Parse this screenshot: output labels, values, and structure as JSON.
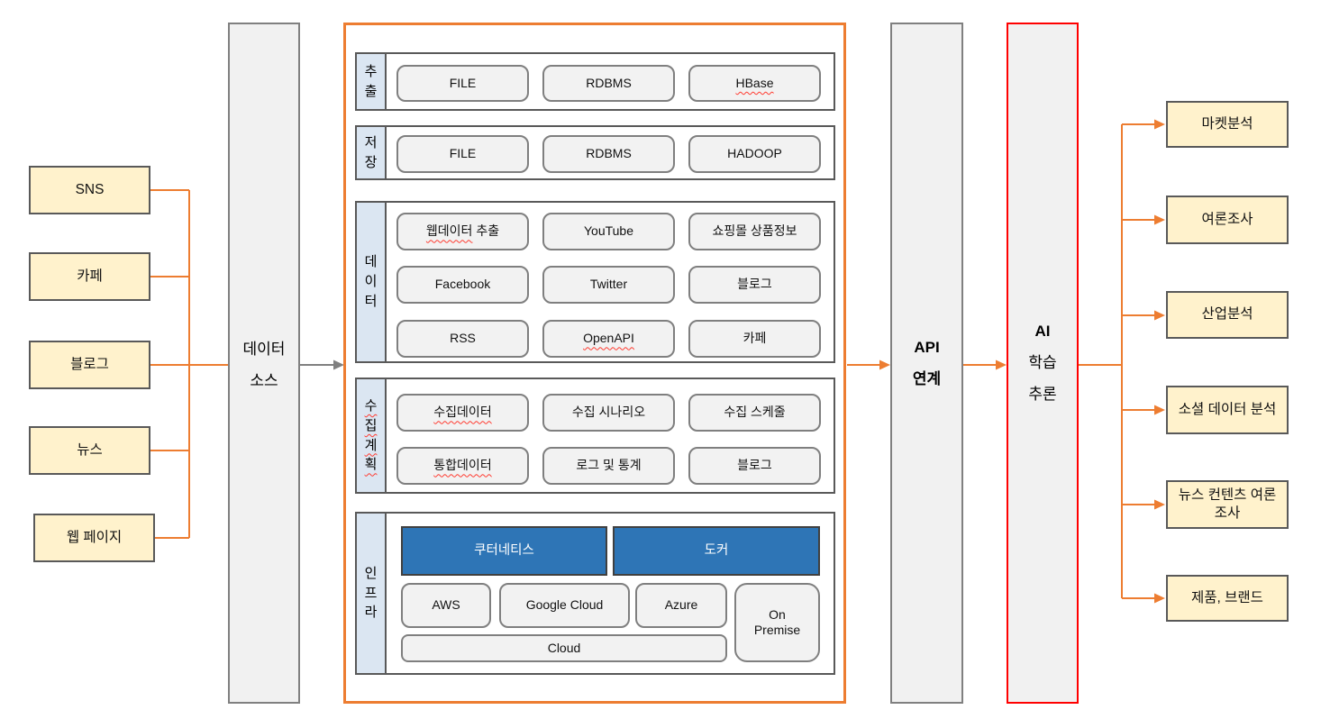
{
  "colors": {
    "accent_orange": "#ED7D31",
    "accent_red": "#FF0000",
    "accent_blue": "#2E75B6",
    "box_yellow": "#FFF2CC",
    "box_gray": "#F2F2F2",
    "label_cell_blue": "#DBE6F2",
    "border_dark": "#595959",
    "border_gray": "#7F7F7F",
    "arrow_gray": "#808080"
  },
  "sources": {
    "items": [
      "SNS",
      "카페",
      "블로그",
      "뉴스",
      "웹 페이지"
    ]
  },
  "data_source": {
    "line1": "데이터",
    "line2": "소스"
  },
  "pipeline": {
    "rows": [
      {
        "chars": [
          "추",
          "출"
        ],
        "items": [
          {
            "label": "FILE"
          },
          {
            "label": "RDBMS"
          },
          {
            "label": "HBase"
          }
        ]
      },
      {
        "chars": [
          "저",
          "장"
        ],
        "items": [
          {
            "label": "FILE"
          },
          {
            "label": "RDBMS"
          },
          {
            "label": "HADOOP"
          }
        ]
      },
      {
        "chars": [
          "데",
          "이",
          "터"
        ],
        "items": [
          {
            "wavy": "웹데이터",
            "rest": " 추출"
          },
          {
            "label": "YouTube"
          },
          {
            "label": "쇼핑몰 상품정보"
          },
          {
            "label": "Facebook"
          },
          {
            "label": "Twitter"
          },
          {
            "label": "블로그"
          },
          {
            "label": "RSS"
          },
          {
            "label": "OpenAPI"
          },
          {
            "label": "카페"
          }
        ]
      },
      {
        "chars": [
          "수",
          "집",
          "계",
          "획"
        ],
        "items": [
          {
            "label": "수집데이터"
          },
          {
            "label": "수집 시나리오"
          },
          {
            "label": "수집 스케줄"
          },
          {
            "label": "통합데이터"
          },
          {
            "label": "로그 및 통계"
          },
          {
            "label": "블로그"
          }
        ]
      },
      {
        "chars": [
          "인",
          "프",
          "라"
        ],
        "platforms": [
          {
            "label": "쿠터네티스"
          },
          {
            "label": "도커"
          }
        ],
        "clouds": [
          {
            "label": "AWS"
          },
          {
            "label": "Google Cloud"
          },
          {
            "label": "Azure"
          },
          {
            "label": "On Premise"
          },
          {
            "label": "Cloud"
          }
        ]
      }
    ]
  },
  "api_box": {
    "line1": "API",
    "line2": "연계"
  },
  "ai_box": {
    "line1": "AI",
    "line2": "학습",
    "line3": "추론"
  },
  "outputs": {
    "items": [
      "마켓분석",
      "여론조사",
      "산업분석",
      "소셜 데이터 분석",
      "뉴스 컨텐츠 여론조사",
      "제품, 브랜드"
    ]
  }
}
